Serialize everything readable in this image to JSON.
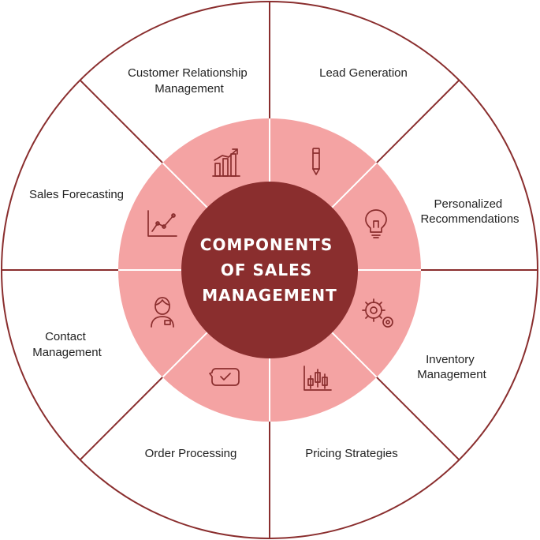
{
  "colors": {
    "outer_ring": "#ffffff",
    "border": "#8a2e2e",
    "inner_ring": "#f4a3a3",
    "center": "#8a2e2e",
    "center_text": "#ffffff",
    "label_text": "#222222"
  },
  "center": {
    "title_lines": [
      "COMPONENTS",
      "OF SALES",
      "MANAGEMENT"
    ]
  },
  "segments": [
    {
      "label_lines": [
        "Customer Relationship",
        "Management"
      ],
      "icon": "bar-chart-growth-icon"
    },
    {
      "label_lines": [
        "Lead Generation"
      ],
      "icon": "pencil-icon"
    },
    {
      "label_lines": [
        "Personalized",
        "Recommendations"
      ],
      "icon": "lightbulb-icon"
    },
    {
      "label_lines": [
        "Inventory",
        "Management"
      ],
      "icon": "gears-icon"
    },
    {
      "label_lines": [
        "Pricing Strategies"
      ],
      "icon": "candlestick-chart-icon"
    },
    {
      "label_lines": [
        "Order Processing"
      ],
      "icon": "chat-checkmark-icon"
    },
    {
      "label_lines": [
        "Contact",
        "Management"
      ],
      "icon": "person-badge-icon"
    },
    {
      "label_lines": [
        "Sales Forecasting"
      ],
      "icon": "line-chart-icon"
    }
  ]
}
